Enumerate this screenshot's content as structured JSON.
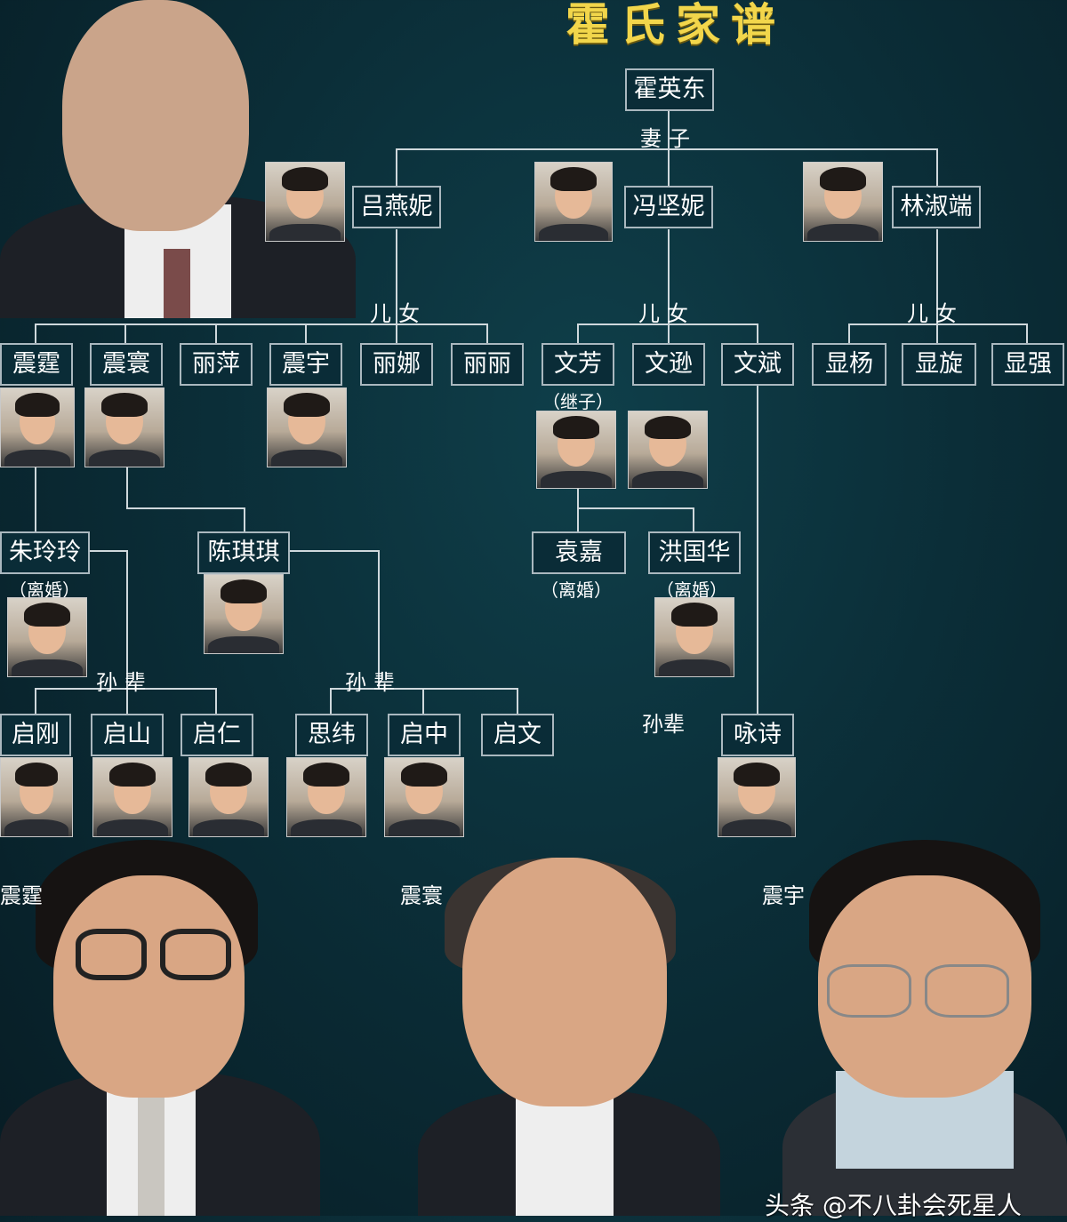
{
  "title": "霍氏家谱",
  "root": "霍英东",
  "labels": {
    "wives": "妻子",
    "children": "儿女",
    "grandchildren": "孙辈"
  },
  "wives": [
    "吕燕妮",
    "冯坚妮",
    "林淑端"
  ],
  "children": {
    "lu": [
      "震霆",
      "震寰",
      "丽萍",
      "震宇",
      "丽娜",
      "丽丽"
    ],
    "feng": [
      "文芳",
      "文逊",
      "文斌"
    ],
    "lin": [
      "显杨",
      "显旋",
      "显强"
    ]
  },
  "notes": {
    "stepson": "（继子）",
    "divorced": "（离婚）"
  },
  "spouses": [
    "朱玲玲",
    "陈琪琪",
    "袁嘉",
    "洪国华"
  ],
  "grandchildren": [
    "启刚",
    "启山",
    "启仁",
    "思纬",
    "启中",
    "启文",
    "咏诗"
  ],
  "captions": [
    "震霆",
    "震寰",
    "震宇"
  ],
  "watermark": "头条 @不八卦会死星人",
  "colors": {
    "background": "#0b2e38",
    "title": "#f2d64b",
    "node_border": "#aab8bf",
    "line": "#cfd8dc"
  }
}
